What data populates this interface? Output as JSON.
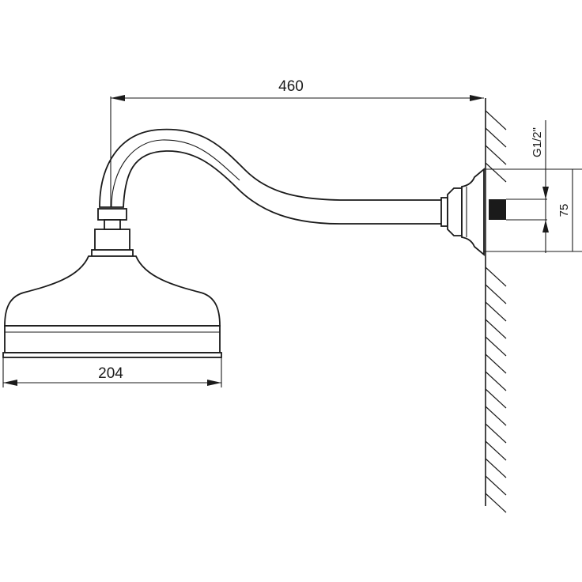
{
  "dimensions": {
    "arm_length": "460",
    "head_diameter": "204",
    "rosette_diameter": "75",
    "thread": "G1/2\""
  },
  "colors": {
    "stroke": "#1a1a1a",
    "background": "#ffffff"
  }
}
